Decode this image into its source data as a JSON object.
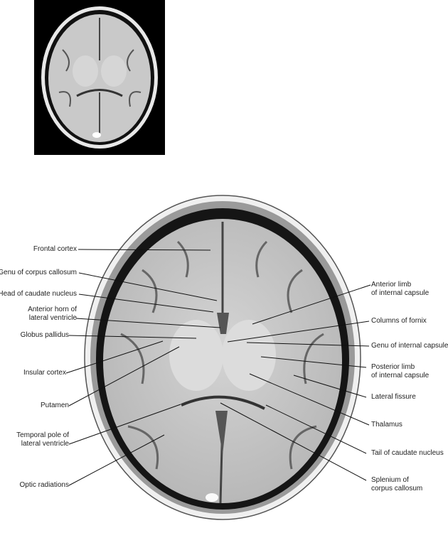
{
  "figure": {
    "left_labels": [
      {
        "line1": "Frontal cortex"
      },
      {
        "line1": "Genu of corpus callosum"
      },
      {
        "line1": "Head of caudate nucleus"
      },
      {
        "line1": "Anterior horn of",
        "line2": "lateral ventricle"
      },
      {
        "line1": "Globus pallidus"
      },
      {
        "line1": "Insular cortex"
      },
      {
        "line1": "Putamen"
      },
      {
        "line1": "Temporal pole of",
        "line2": "lateral ventricle"
      },
      {
        "line1": "Optic radiations"
      }
    ],
    "right_labels": [
      {
        "line1": "Anterior limb",
        "line2": "of internal capsule"
      },
      {
        "line1": "Columns of fornix"
      },
      {
        "line1": "Genu of internal capsule"
      },
      {
        "line1": "Posterior limb",
        "line2": "of internal capsule"
      },
      {
        "line1": "Lateral fissure"
      },
      {
        "line1": "Thalamus"
      },
      {
        "line1": "Tail of caudate nucleus"
      },
      {
        "line1": "Splenium of",
        "line2": "corpus callosum"
      }
    ]
  }
}
